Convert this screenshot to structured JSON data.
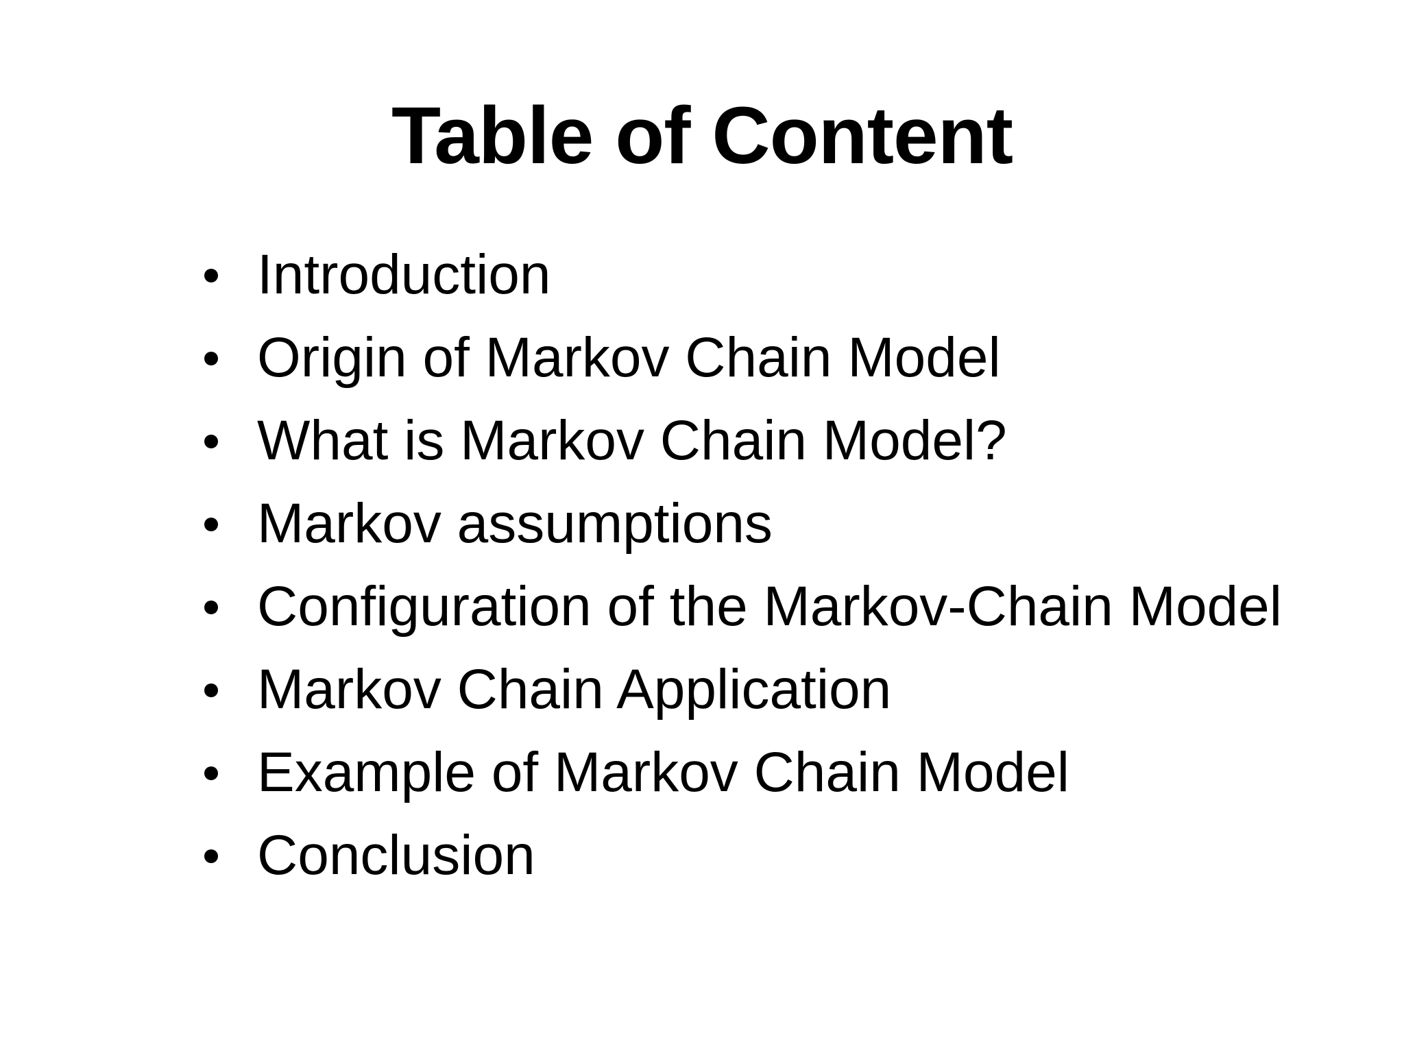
{
  "slide": {
    "title": "Table of Content",
    "items": [
      "Introduction",
      "Origin of Markov Chain Model",
      "What is Markov Chain Model?",
      "Markov assumptions",
      "Configuration of the Markov-Chain Model",
      "Markov Chain Application",
      "Example of Markov Chain Model",
      "Conclusion"
    ]
  }
}
